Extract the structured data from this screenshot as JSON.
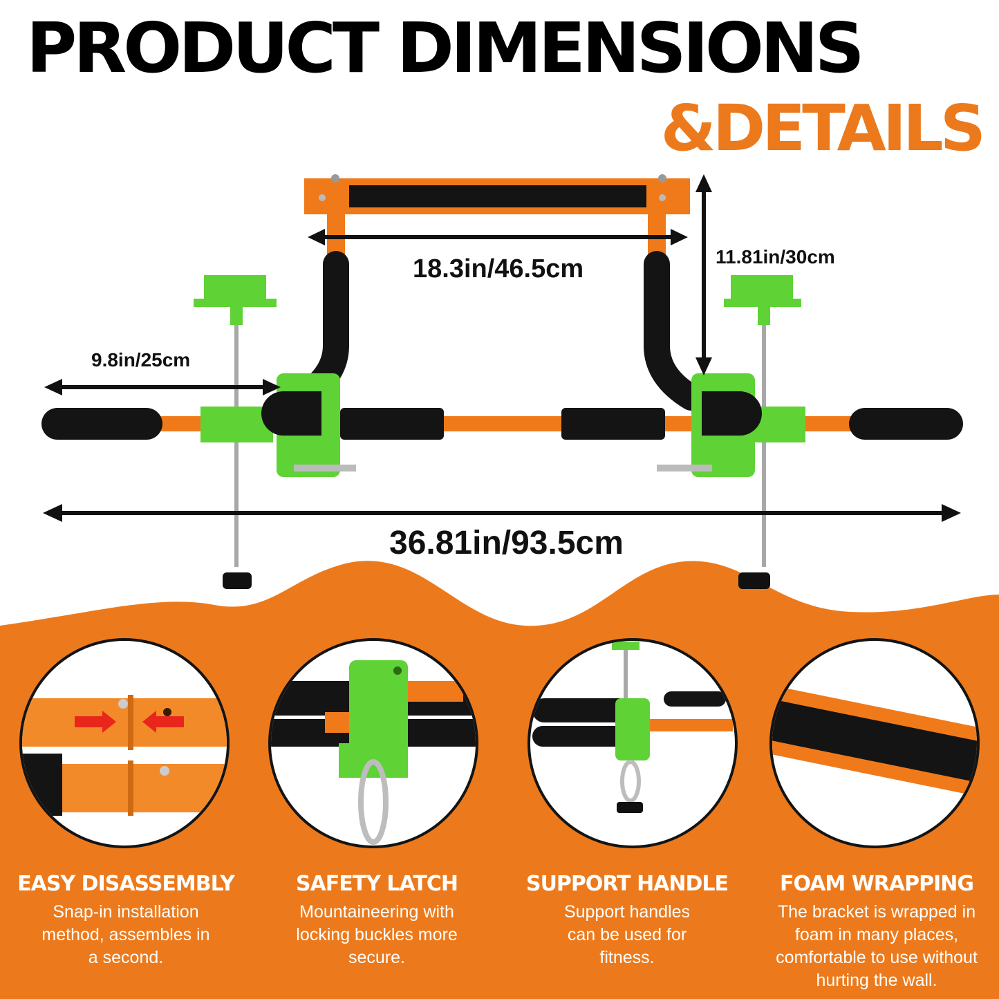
{
  "title": {
    "line1": "PRODUCT DIMENSIONS",
    "line2": "&DETAILS"
  },
  "colors": {
    "accent_orange": "#ec7a1c",
    "frame_orange": "#f07a1a",
    "bracket_green": "#5fd236",
    "foam_black": "#141414"
  },
  "dimensions": {
    "top_width": "18.3in/46.5cm",
    "height": "11.81in/30cm",
    "handle_length": "9.8in/25cm",
    "total_width": "36.81in/93.5cm"
  },
  "features": [
    {
      "title": "EASY DISASSEMBLY",
      "lines": [
        "Snap-in installation",
        "method, assembles in",
        "a second."
      ],
      "image": "telescoping-tubes-with-arrows"
    },
    {
      "title": "SAFETY LATCH",
      "lines": [
        "Mountaineering with",
        "locking buckles more",
        "secure."
      ],
      "image": "green-bracket-with-carabiner"
    },
    {
      "title": "SUPPORT HANDLE",
      "lines": [
        "Support handles",
        "can be used for",
        "fitness."
      ],
      "image": "support-handle-closeup"
    },
    {
      "title": "FOAM WRAPPING",
      "lines": [
        "The bracket is wrapped in",
        "foam in many places,",
        "comfortable to use without",
        "hurting the wall."
      ],
      "image": "foam-bar-closeup"
    }
  ]
}
